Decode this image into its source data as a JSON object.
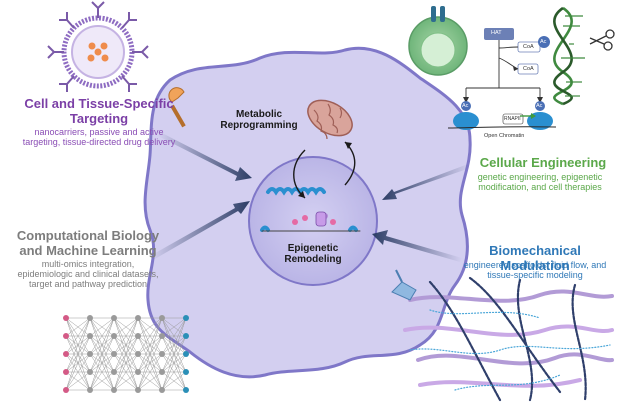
{
  "targeting": {
    "title_1": "Cell and Tissue-Specific",
    "title_2": "Targeting",
    "desc_1": "nanocarriers, passive and active",
    "desc_2": "targeting, tissue-directed drug delivery"
  },
  "cellular_engineering": {
    "title": "Cellular Engineering",
    "desc_1": "genetic engineering, epigenetic",
    "desc_2": "modification, and cell therapies"
  },
  "computational": {
    "title_1": "Computational Biology",
    "title_2": "and Machine Learning",
    "desc_1": "multi-omics integration,",
    "desc_2": "epidemiologic and clinical datasets,",
    "desc_3": "target and pathway prediction"
  },
  "biomechanical": {
    "title": "Biomechanical Modulation",
    "desc_1": "engineered scaffolds, fluid flow, and",
    "desc_2": "tissue-specific modeling"
  },
  "center": {
    "metabolic_1": "Metabolic",
    "metabolic_2": "Reprogramming",
    "epigenetic_1": "Epigenetic",
    "epigenetic_2": "Remodeling"
  },
  "chromatin_inset": {
    "hat": "HAT",
    "coa_1": "CoA",
    "ac": "Ac",
    "coa_2": "CoA",
    "ac_left": "Ac",
    "ac_right": "Ac",
    "rnapii": "RNAPII",
    "open_chromatin": "Open Chromatin"
  },
  "colors": {
    "cell_fill": "#d3cff0",
    "cell_border": "#7f77c8",
    "nucleus_fill": "#c5c1ec",
    "arrow": "#2d3e66",
    "targeting_accent": "#7b3fa6",
    "engineering_accent": "#5ba84a",
    "computational_accent": "#7d7d7d",
    "biomechanical_accent": "#2f78b7"
  }
}
